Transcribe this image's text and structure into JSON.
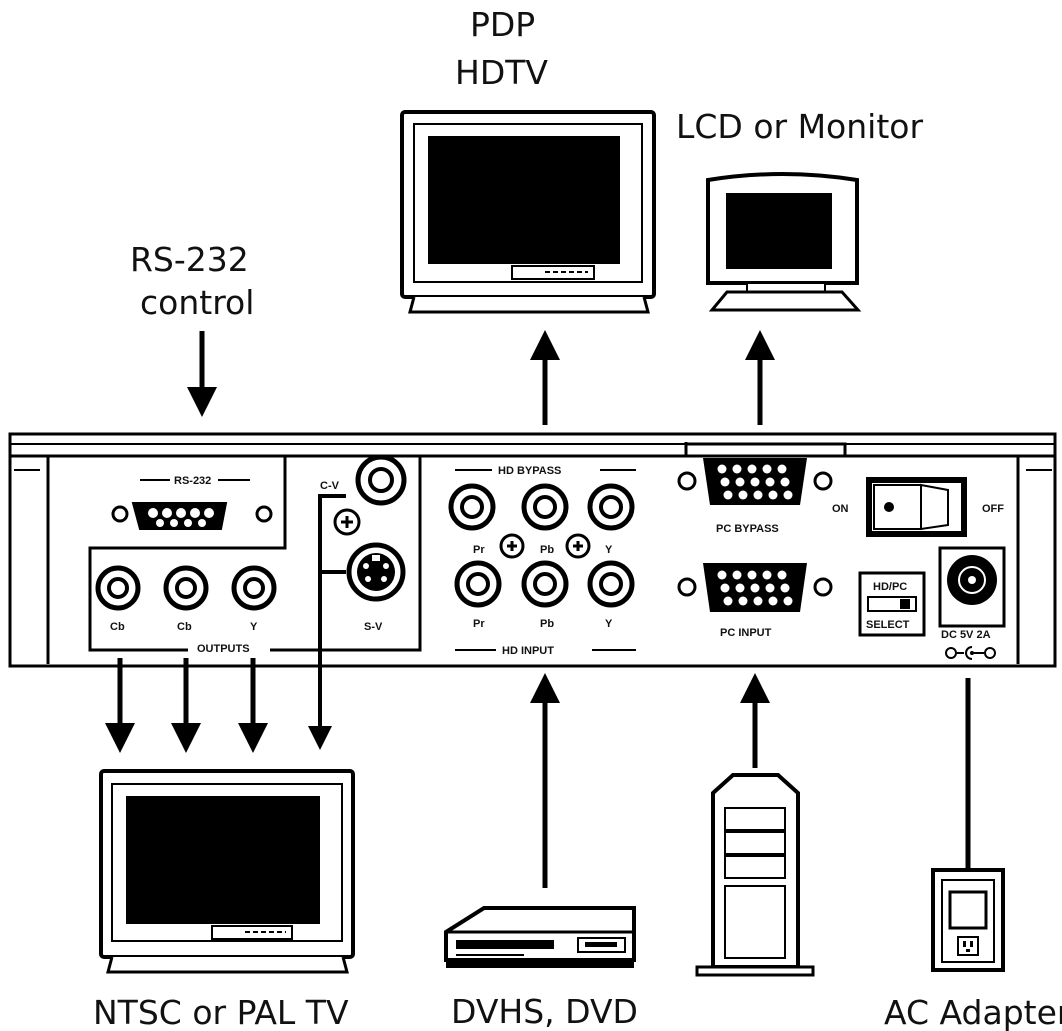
{
  "labels": {
    "pdp": "PDP",
    "hdtv": "HDTV",
    "lcd_monitor": "LCD or Monitor",
    "rs232_line1": "RS-232",
    "rs232_line2": "control",
    "ntsc_pal_tv": "NTSC or PAL TV",
    "dvhs_dvd": "DVHS, DVD",
    "ac_adapter": "AC Adapter"
  },
  "panel": {
    "rs232": "RS-232",
    "cv": "C-V",
    "sv": "S-V",
    "hd_bypass": "HD BYPASS",
    "hd_input": "HD INPUT",
    "pc_bypass": "PC BYPASS",
    "pc_input": "PC INPUT",
    "on": "ON",
    "off": "OFF",
    "hdpc": "HD/PC",
    "select": "SELECT",
    "dc": "DC 5V 2A",
    "outputs": "OUTPUTS",
    "out_jacks": [
      "Cb",
      "Cb",
      "Y"
    ],
    "hd_jacks": [
      "Pr",
      "Pb",
      "Y"
    ]
  }
}
